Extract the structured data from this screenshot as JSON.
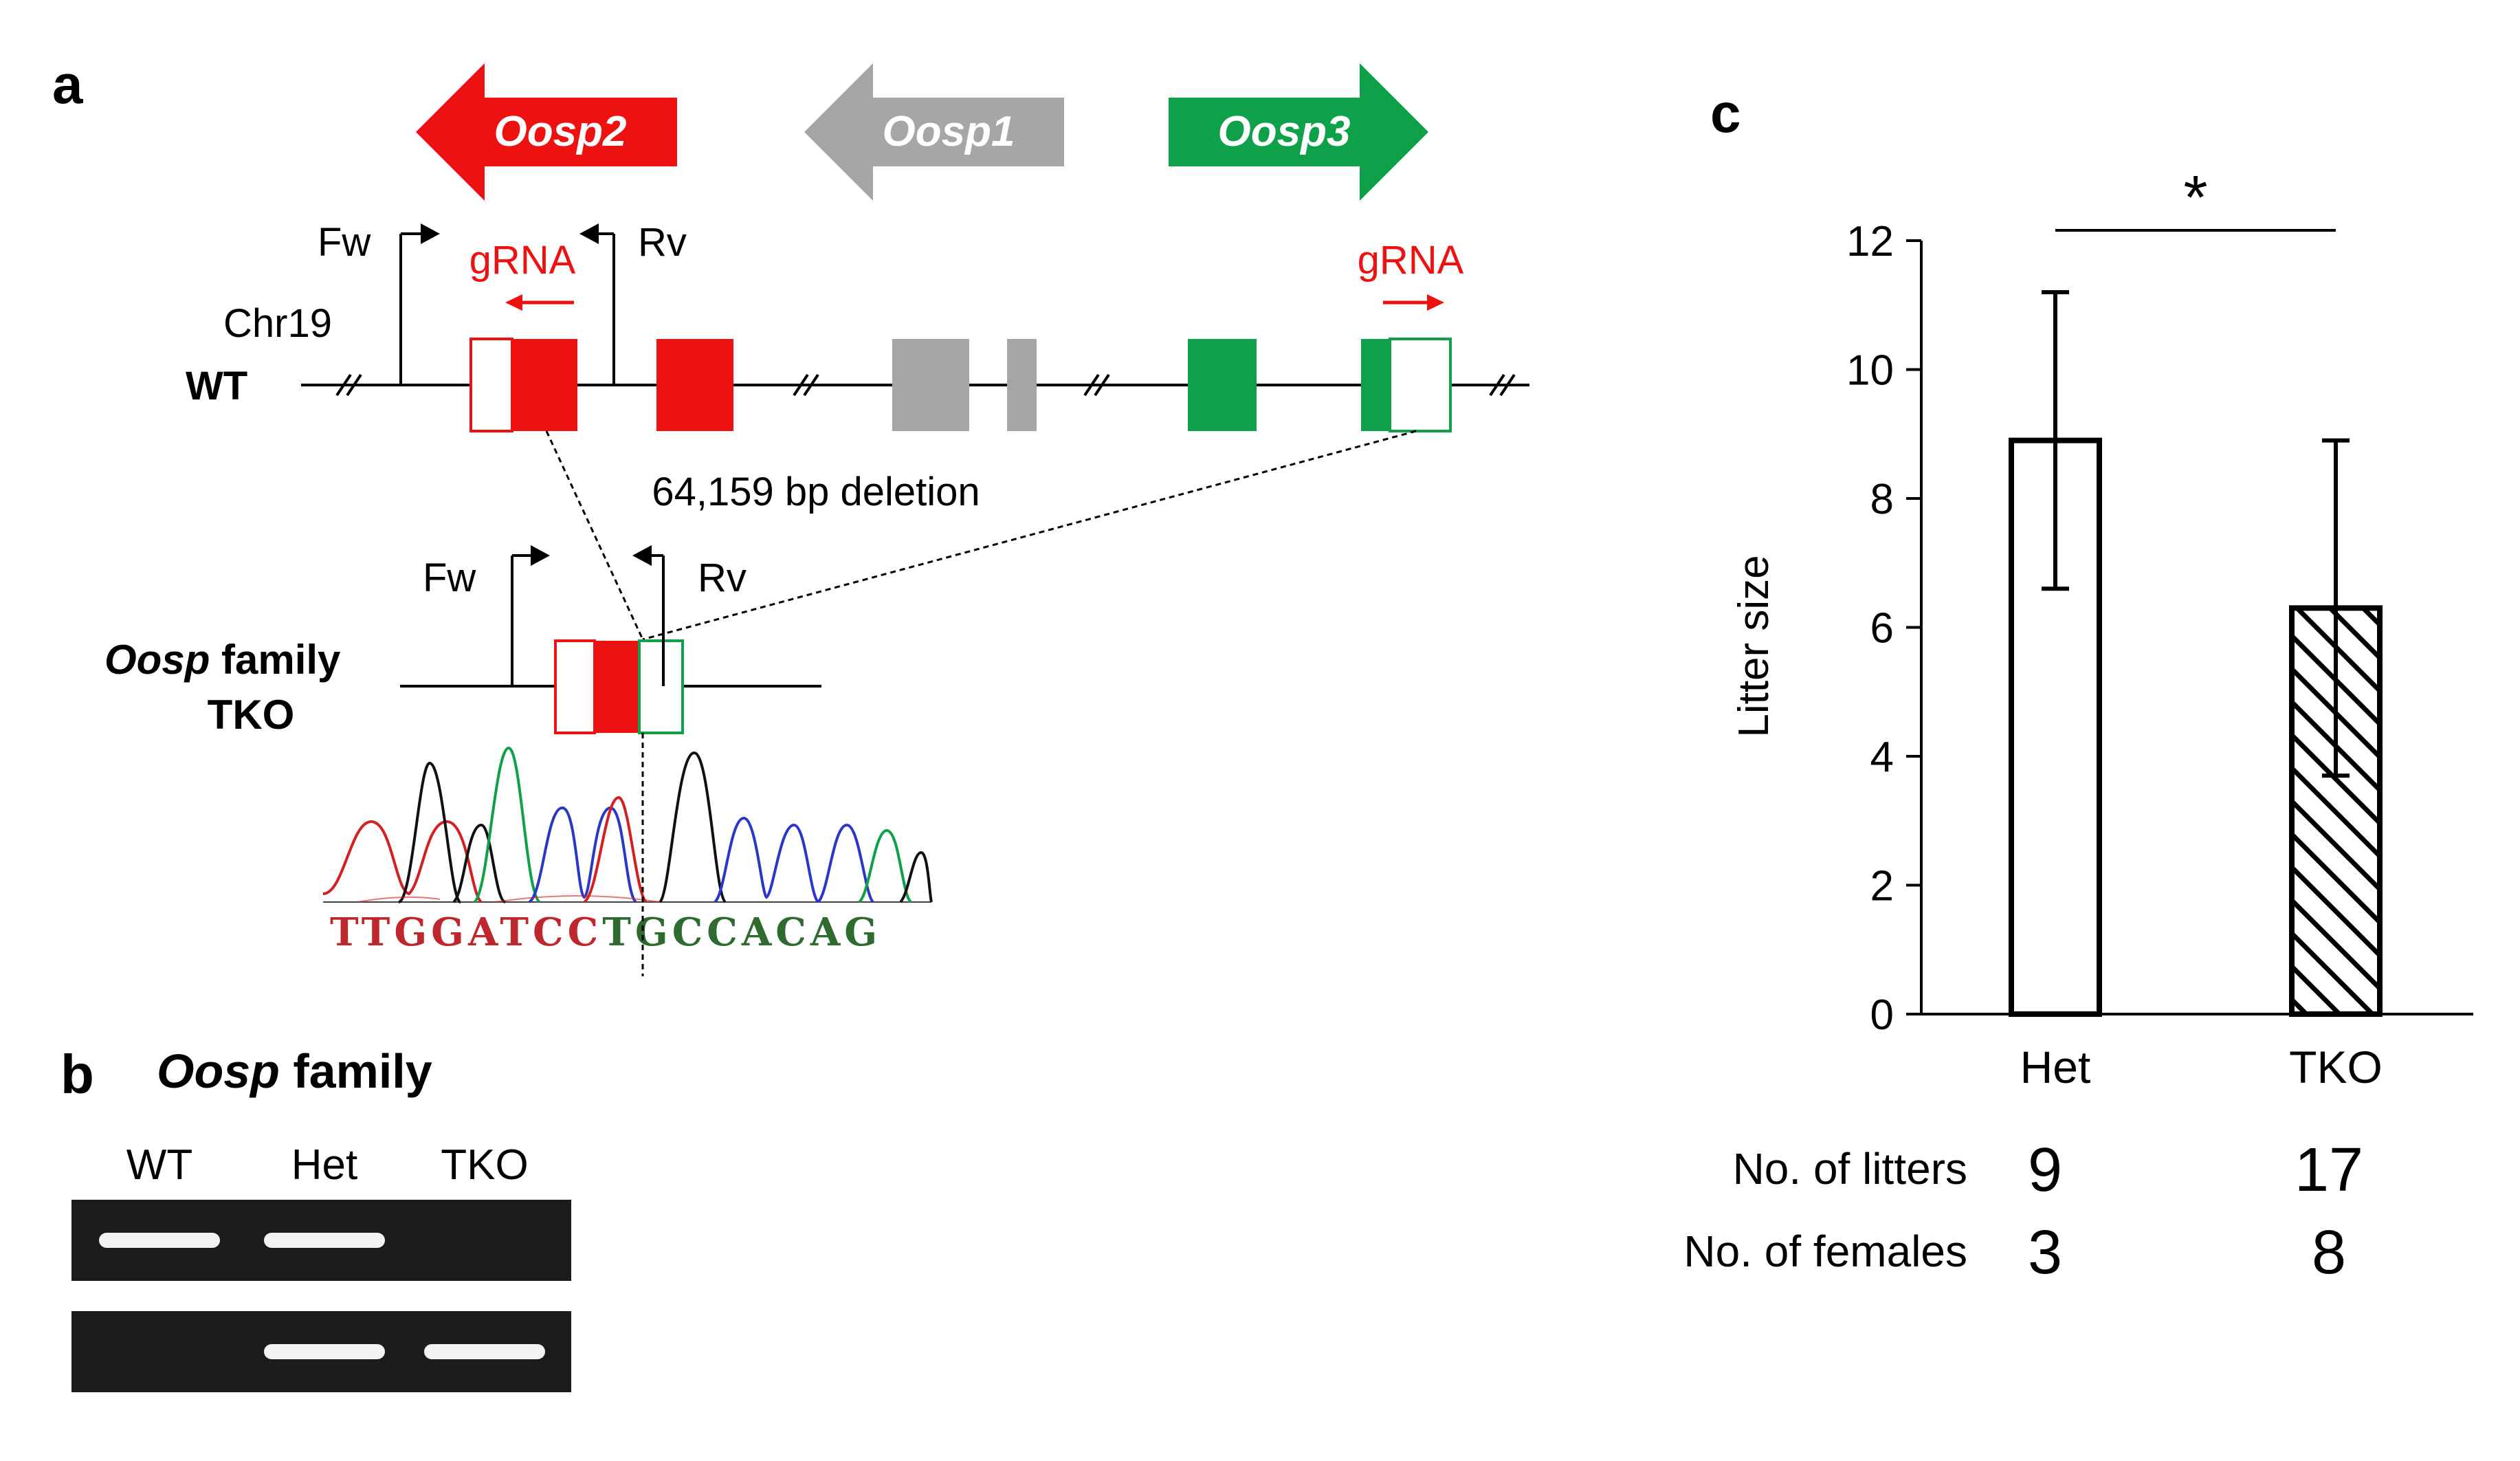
{
  "panel_labels": {
    "a": "a",
    "b": "b",
    "c": "c"
  },
  "colors": {
    "oosp2": "#ee1111",
    "oosp1": "#a6a6a6",
    "oosp3": "#0fa14a",
    "gRNA": "#ee1111",
    "black": "#000000",
    "seq_red": "#c0272d",
    "seq_green": "#2e6b2e",
    "trace_blue": "#2a37c8",
    "gel_bg": "#1c1c1c",
    "gel_band": "#f2f2f2"
  },
  "panel_a": {
    "genes": [
      {
        "name": "Oosp2",
        "color": "#ee1111",
        "direction": "left"
      },
      {
        "name": "Oosp1",
        "color": "#a6a6a6",
        "direction": "left"
      },
      {
        "name": "Oosp3",
        "color": "#0fa14a",
        "direction": "right"
      }
    ],
    "primer_fw": "Fw",
    "primer_rv": "Rv",
    "grna_label": "gRNA",
    "chromosome": "Chr19",
    "wt_label": "WT",
    "deletion_label": "64,159 bp deletion",
    "tko_label_italic": "Oosp",
    "tko_label_rest": " family",
    "tko_label_line2": "TKO",
    "sequence_red": "TTGGATCC",
    "sequence_green": "TGCCACAG"
  },
  "panel_b": {
    "title_italic": "Oosp",
    "title_rest": " family",
    "lanes": [
      "WT",
      "Het",
      "TKO"
    ],
    "gel_rows": [
      {
        "row": "top",
        "bands": [
          1,
          1,
          0
        ]
      },
      {
        "row": "bottom",
        "bands": [
          0,
          1,
          1
        ]
      }
    ]
  },
  "chart_data": {
    "type": "bar",
    "categories": [
      "Het",
      "TKO"
    ],
    "values": [
      8.9,
      6.3
    ],
    "error_upper": [
      11.2,
      8.9
    ],
    "error_lower": [
      6.6,
      3.7
    ],
    "patterns": [
      "open",
      "hatched"
    ],
    "ylabel": "Litter size",
    "ylim": [
      0,
      12
    ],
    "yticks": [
      0,
      2,
      4,
      6,
      8,
      10,
      12
    ],
    "significance": "*",
    "grid": false
  },
  "table_c": {
    "rows": [
      {
        "label": "No. of litters",
        "values": [
          "9",
          "17"
        ]
      },
      {
        "label": "No. of females",
        "values": [
          "3",
          "8"
        ]
      }
    ]
  }
}
